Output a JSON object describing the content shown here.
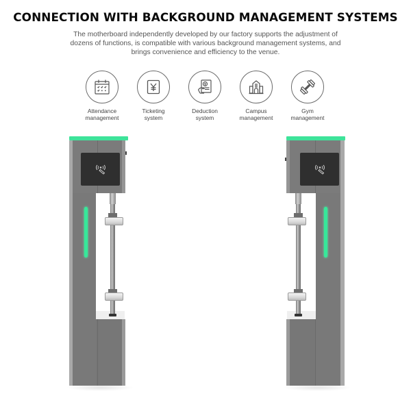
{
  "header": {
    "title": "CONNECTION WITH BACKGROUND MANAGEMENT SYSTEMS",
    "description": "The motherboard independently developed by our factory supports the adjustment of dozens of functions, is compatible with various background management systems, and brings convenience and efficiency to the venue."
  },
  "features": [
    {
      "icon": "calendar-icon",
      "line1": "Attendance",
      "line2": "management"
    },
    {
      "icon": "yen-ticket-icon",
      "line1": "Ticketing",
      "line2": "system"
    },
    {
      "icon": "deduction-document-icon",
      "line1": "Deduction",
      "line2": "system"
    },
    {
      "icon": "building-icon",
      "line1": "Campus",
      "line2": "management"
    },
    {
      "icon": "dumbbell-icon",
      "line1": "Gym",
      "line2": "management"
    }
  ],
  "product": {
    "name": "Turnstile gate pair",
    "units": [
      {
        "side": "left",
        "reader_icon": "nfc-card-reader-icon",
        "indicator": "green-led"
      },
      {
        "side": "right",
        "reader_icon": "nfc-card-reader-icon",
        "indicator": "green-led"
      }
    ],
    "colors": {
      "accent_green": "#3ee39a",
      "body_gray": "#7b7b7b",
      "reader_black": "#2f2f2f"
    }
  }
}
